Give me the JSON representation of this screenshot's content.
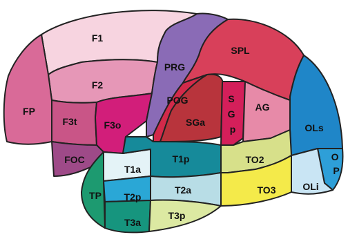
{
  "regions": [
    {
      "id": "F1",
      "label": "F1",
      "color": "#f7d4e0"
    },
    {
      "id": "F2",
      "label": "F2",
      "color": "#e697b7"
    },
    {
      "id": "FP",
      "label": "FP",
      "color": "#d96a98"
    },
    {
      "id": "F3t",
      "label": "F3t",
      "color": "#c95587"
    },
    {
      "id": "F3o",
      "label": "F3o",
      "color": "#d21e7a"
    },
    {
      "id": "FOC",
      "label": "FOC",
      "color": "#9e4a88"
    },
    {
      "id": "PRG",
      "label": "PRG",
      "color": "#8a6bb6"
    },
    {
      "id": "POG",
      "label": "POG",
      "color": "#d22a4a"
    },
    {
      "id": "SPL",
      "label": "SPL",
      "color": "#d8405a"
    },
    {
      "id": "SGa",
      "label": "SGa",
      "color": "#b8343c"
    },
    {
      "id": "SGp",
      "label": "S\nG\np",
      "color": "#d41f5a"
    },
    {
      "id": "AG",
      "label": "AG",
      "color": "#e78aa8"
    },
    {
      "id": "OLs",
      "label": "OLs",
      "color": "#1f86c8"
    },
    {
      "id": "OP",
      "label": "O\nP",
      "color": "#2e9fd8"
    },
    {
      "id": "OLi",
      "label": "OLi",
      "color": "#c9e5f4"
    },
    {
      "id": "T1a",
      "label": "T1a",
      "color": "#e4f3f7"
    },
    {
      "id": "T1p",
      "label": "T1p",
      "color": "#168a9a"
    },
    {
      "id": "TP",
      "label": "TP",
      "color": "#1d9a70"
    },
    {
      "id": "T2a",
      "label": "T2a",
      "color": "#2aa7d6"
    },
    {
      "id": "T2p",
      "label": "T2p",
      "color": "#b8dde6"
    },
    {
      "id": "T3a",
      "label": "T3a",
      "color": "#16957e"
    },
    {
      "id": "T3p",
      "label": "T3p",
      "color": "#dce9a2"
    },
    {
      "id": "TO2",
      "label": "TO2",
      "color": "#d7e08a"
    },
    {
      "id": "TO3",
      "label": "TO3",
      "color": "#f4ea4a"
    }
  ]
}
